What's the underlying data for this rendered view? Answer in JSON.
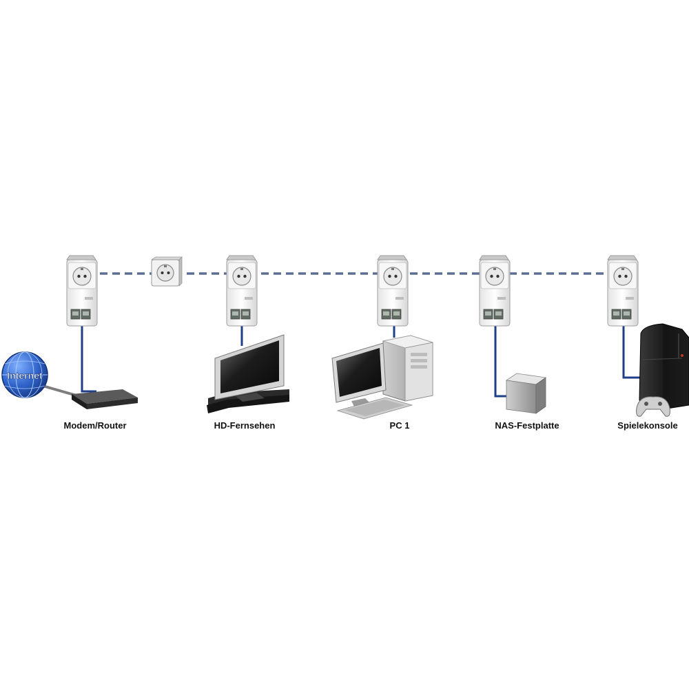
{
  "diagram": {
    "internet_label": "Internet",
    "devices": [
      {
        "id": "modem",
        "label": "Modem/Router"
      },
      {
        "id": "tv",
        "label": "HD-Fernsehen"
      },
      {
        "id": "pc",
        "label": "PC 1"
      },
      {
        "id": "nas",
        "label": "NAS-Festplatte"
      },
      {
        "id": "console",
        "label": "Spielekonsole"
      }
    ],
    "colors": {
      "powerline": "#5b6f93",
      "ethernet_cable": "#1f3f8a",
      "adapter_body": "#f2f2f2",
      "globe": "#2f62c9"
    },
    "icons": {
      "adapter": "powerline-adapter-icon",
      "wall_socket": "wall-socket-icon",
      "globe": "internet-globe-icon"
    }
  }
}
